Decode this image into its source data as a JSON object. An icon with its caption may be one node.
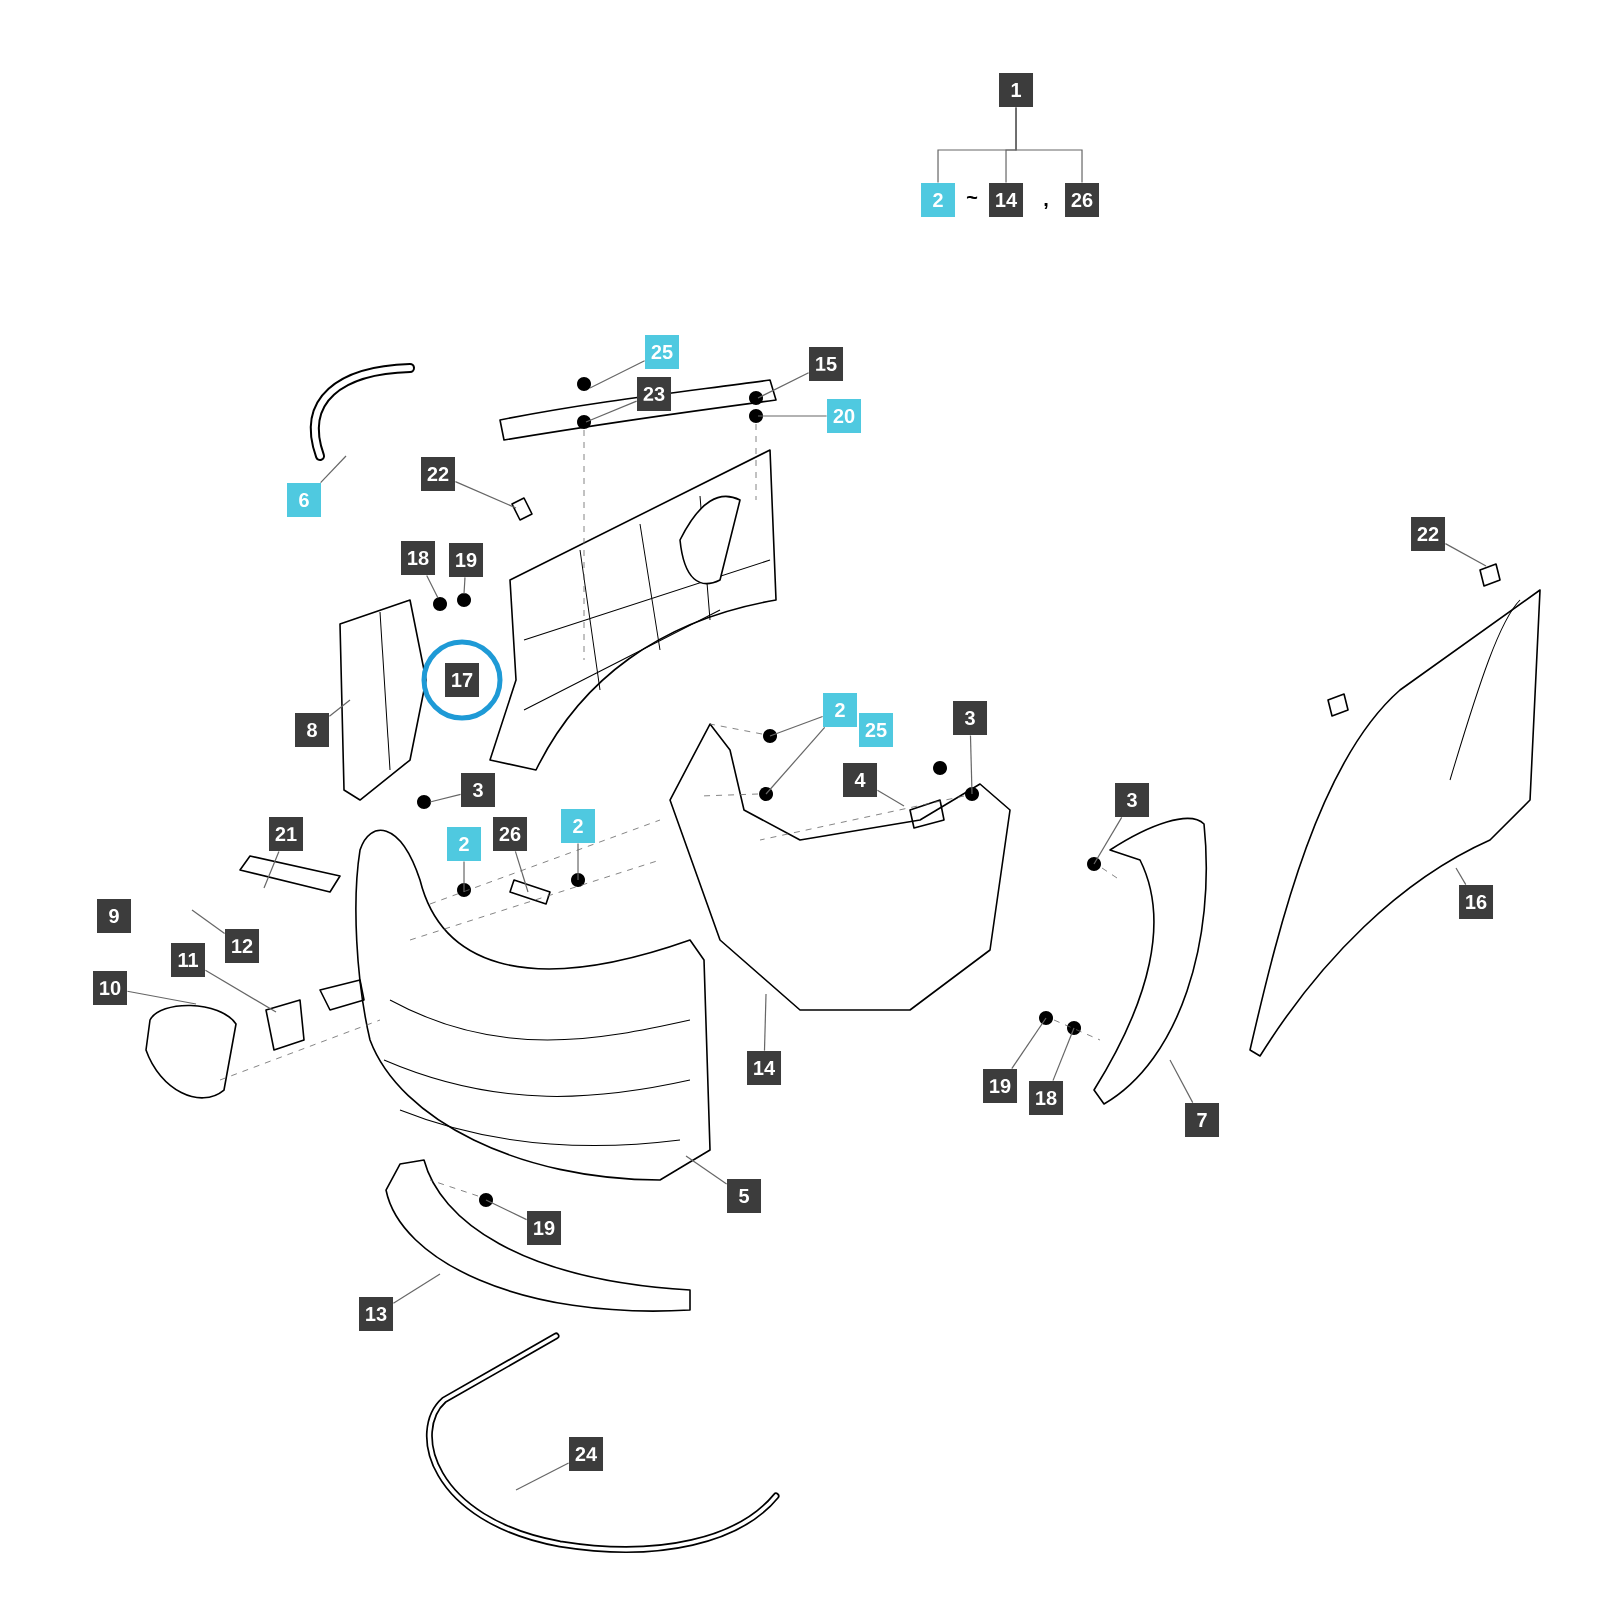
{
  "diagram": {
    "nodes": [
      {
        "text": [
          "1"
        ]
      },
      {
        "text": [
          "2"
        ]
      },
      {
        "text": [
          "14"
        ]
      },
      {
        "text": [
          "26"
        ]
      },
      {
        "text": [
          "25"
        ]
      },
      {
        "text": [
          "15"
        ]
      },
      {
        "text": [
          "23"
        ]
      },
      {
        "text": [
          "20"
        ]
      },
      {
        "text": [
          "6"
        ]
      },
      {
        "text": [
          "22"
        ]
      },
      {
        "text": [
          "22"
        ]
      },
      {
        "text": [
          "18"
        ]
      },
      {
        "text": [
          "19"
        ]
      },
      {
        "text": [
          "17"
        ]
      },
      {
        "text": [
          "8"
        ]
      },
      {
        "text": [
          "2"
        ]
      },
      {
        "text": [
          "25"
        ]
      },
      {
        "text": [
          "3"
        ]
      },
      {
        "text": [
          "4"
        ]
      },
      {
        "text": [
          "3"
        ]
      },
      {
        "text": [
          "3"
        ]
      },
      {
        "text": [
          "21"
        ]
      },
      {
        "text": [
          "2"
        ]
      },
      {
        "text": [
          "26"
        ]
      },
      {
        "text": [
          "2"
        ]
      },
      {
        "text": [
          "9"
        ]
      },
      {
        "text": [
          "12"
        ]
      },
      {
        "text": [
          "11"
        ]
      },
      {
        "text": [
          "10"
        ]
      },
      {
        "text": [
          "16"
        ]
      },
      {
        "text": [
          "14"
        ]
      },
      {
        "text": [
          "19"
        ]
      },
      {
        "text": [
          "18"
        ]
      },
      {
        "text": [
          "7"
        ]
      },
      {
        "text": [
          "5"
        ]
      },
      {
        "text": [
          "19"
        ]
      },
      {
        "text": [
          "13"
        ]
      },
      {
        "text": [
          "24"
        ]
      }
    ],
    "edges": [
      {
        "from": 0,
        "to": 1,
        "arrow": "none"
      },
      {
        "from": 0,
        "to": 2,
        "arrow": "none"
      },
      {
        "from": 0,
        "to": 3,
        "arrow": "none"
      },
      {
        "from": 4,
        "to": null,
        "arrow": "none"
      },
      {
        "from": 6,
        "to": null,
        "arrow": "none"
      },
      {
        "from": 5,
        "to": null,
        "arrow": "none"
      },
      {
        "from": 7,
        "to": null,
        "arrow": "none"
      },
      {
        "from": 8,
        "to": null,
        "arrow": "none"
      },
      {
        "from": 9,
        "to": null,
        "arrow": "none"
      },
      {
        "from": 10,
        "to": null,
        "arrow": "none"
      },
      {
        "from": 11,
        "to": null,
        "arrow": "none"
      },
      {
        "from": 12,
        "to": null,
        "arrow": "none"
      },
      {
        "from": 14,
        "to": null,
        "arrow": "none"
      },
      {
        "from": 15,
        "to": null,
        "arrow": "none"
      },
      {
        "from": 15,
        "to": null,
        "arrow": "none"
      },
      {
        "from": 17,
        "to": null,
        "arrow": "none"
      },
      {
        "from": 18,
        "to": null,
        "arrow": "none"
      },
      {
        "from": 19,
        "to": null,
        "arrow": "none"
      },
      {
        "from": 20,
        "to": null,
        "arrow": "none"
      },
      {
        "from": 21,
        "to": null,
        "arrow": "none"
      },
      {
        "from": 22,
        "to": null,
        "arrow": "none"
      },
      {
        "from": 23,
        "to": null,
        "arrow": "none"
      },
      {
        "from": 24,
        "to": null,
        "arrow": "none"
      },
      {
        "from": 26,
        "to": null,
        "arrow": "none"
      },
      {
        "from": 27,
        "to": null,
        "arrow": "none"
      },
      {
        "from": 28,
        "to": null,
        "arrow": "none"
      },
      {
        "from": 29,
        "to": null,
        "arrow": "none"
      },
      {
        "from": 30,
        "to": null,
        "arrow": "none"
      },
      {
        "from": 31,
        "to": null,
        "arrow": "none"
      },
      {
        "from": 32,
        "to": null,
        "arrow": "none"
      },
      {
        "from": 33,
        "to": null,
        "arrow": "none"
      },
      {
        "from": 34,
        "to": null,
        "arrow": "none"
      },
      {
        "from": 35,
        "to": null,
        "arrow": "none"
      },
      {
        "from": 36,
        "to": null,
        "arrow": "none"
      },
      {
        "from": 37,
        "to": null,
        "arrow": "none"
      }
    ],
    "labels": [
      "~",
      ","
    ]
  }
}
